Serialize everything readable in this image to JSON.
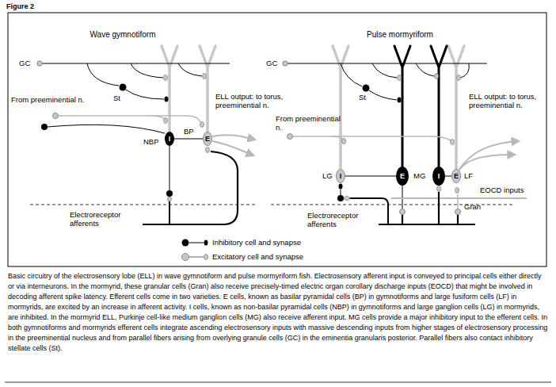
{
  "diagram": {
    "title": "Figure 2",
    "caption": "Basic circuitry of the electrosensory lobe (ELL) in wave gymnotiform and pulse mormyriform fish. Electrosensory afferent input is conveyed to principal cells either directly or via interneurons. In the mormyrid, these granular cells (Gran) also receive precisely-timed electric organ corollary discharge inputs (EOCD) that might be involved in decoding afferent spike latency. Efferent cells come in two varieties. E cells, known as basilar pyramidal cells (BP) in gymnotiforms and large fusiform cells (LF) in mormyrids, are excited by an increase in afferent activity. I cells, known as non-basilar pyramidal cells (NBP) in gymnotiforms and large ganglion cells (LG) in mormyrids, are inhibited. In the mormyrid ELL, Purkinje cell-like medium ganglion cells (MG) also receive afferent input. MG cells provide a major inhibitory input to the efferent cells. In both gymnotiforms and mormyrids efferent cells integrate ascending electrosensory inputs with massive descending inputs from higher stages of electrosensory processing in the preeminential nucleus and from parallel fibers arising from overlying granule cells (GC) in the eminentia granularis posterior. Parallel fibers also contact inhibitory stellate cells (St).",
    "nodes": [
      {
        "text": [
          "I"
        ]
      },
      {
        "text": [
          "E"
        ]
      },
      {
        "text": [
          "I"
        ]
      },
      {
        "text": [
          "E"
        ]
      },
      {
        "text": [
          "I"
        ]
      },
      {
        "text": [
          "E"
        ]
      }
    ],
    "edges": [
      {
        "from": 0,
        "to": 1,
        "arrow": "none"
      },
      {
        "from": 3,
        "to": 2,
        "arrow": "none"
      },
      {
        "from": 4,
        "to": 5,
        "arrow": "none"
      }
    ],
    "labels": [
      "Wave gymnotiform",
      "Pulse mormyriform",
      "GC",
      "St",
      "From preeminential n.",
      "ELL output: to torus, preeminential n.",
      "NBP",
      "BP",
      "Electroreceptor afferents",
      "GC",
      "St",
      "From preeminential n.",
      "ELL output: to torus, preeminential n.",
      "LG",
      "MG",
      "LF",
      "EOCD inputs",
      "Gran",
      "Electroreceptor afferents"
    ],
    "legend": [
      {
        "text": "Inhibitory cell and synapse"
      },
      {
        "text": "Excitatory cell and synapse"
      }
    ]
  }
}
